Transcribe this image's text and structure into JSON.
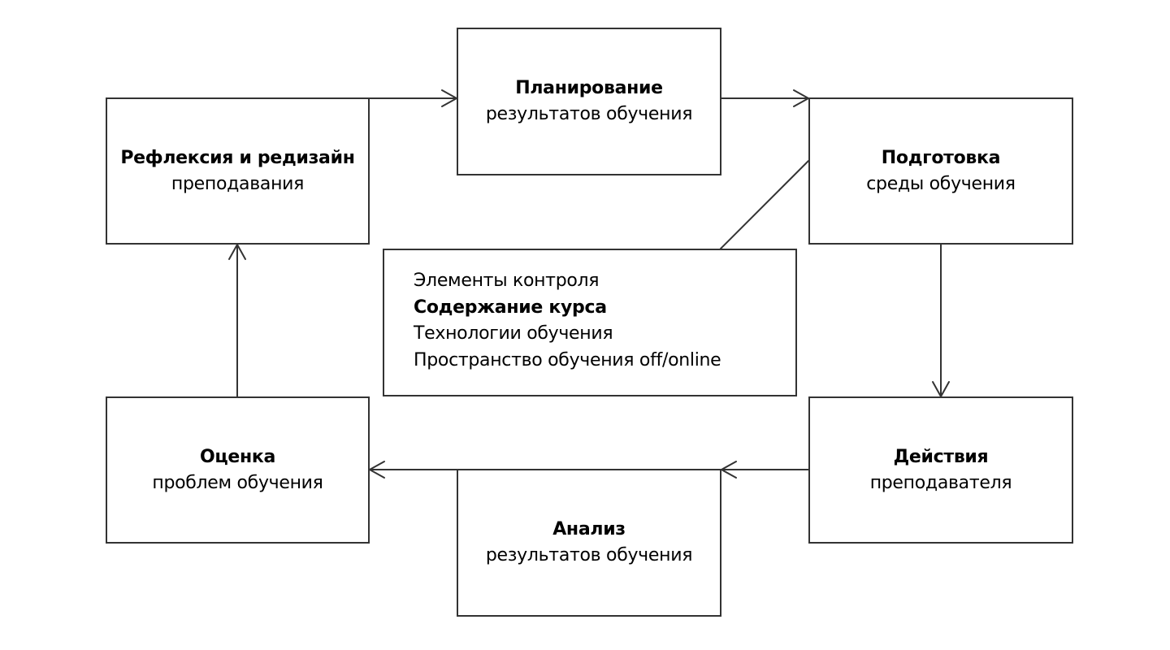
{
  "nodes": {
    "planning": {
      "title": "Планирование",
      "subtitle": "результатов обучения"
    },
    "preparation": {
      "title": "Подготовка",
      "subtitle": "среды обучения"
    },
    "actions": {
      "title": "Действия",
      "subtitle": "преподавателя"
    },
    "analysis": {
      "title": "Анализ",
      "subtitle": "результатов обучения"
    },
    "evaluation": {
      "title": "Оценка",
      "subtitle": "проблем обучения"
    },
    "reflection": {
      "title": "Рефлексия и редизайн",
      "subtitle": "преподавания"
    }
  },
  "note": {
    "items": [
      {
        "text": "Элементы контроля",
        "bold": false
      },
      {
        "text": "Содержание курса",
        "bold": true
      },
      {
        "text": "Технологии обучения",
        "bold": false
      },
      {
        "text": "Пространство обучения off/online",
        "bold": false
      }
    ]
  },
  "style": {
    "stroke_color": "#333333",
    "text_color": "#000000",
    "background": "#ffffff"
  }
}
